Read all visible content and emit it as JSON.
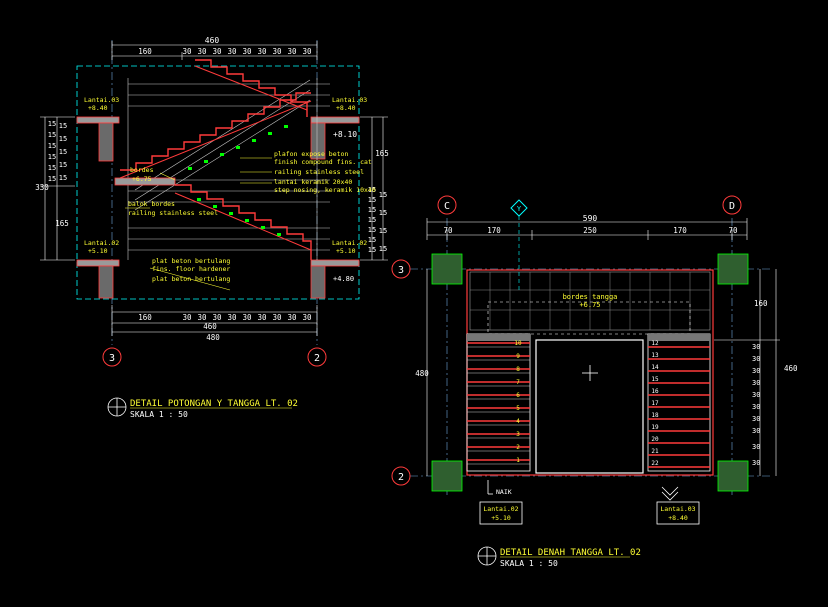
{
  "colors": {
    "background": "#000000",
    "dimension": "#ffffff",
    "grid_line": "#6fa8dc",
    "structure": "#ff3b3b",
    "green": "#00ff00",
    "yellow": "#ffff33",
    "cyan": "#00ffff",
    "magenta": "#ff00ff",
    "gray": "#9a9a9a"
  },
  "section": {
    "top_total": "460",
    "top_dims": [
      "160",
      "30",
      "30",
      "30",
      "30",
      "30",
      "30",
      "30",
      "30",
      "30"
    ],
    "bottom_dims": [
      "160",
      "30",
      "30",
      "30",
      "30",
      "30",
      "30",
      "30",
      "30",
      "30"
    ],
    "bottom_sub_total": "460",
    "bottom_total": "480",
    "left_total": "330",
    "left_lower": "165",
    "left_steps": [
      "15",
      "15",
      "15",
      "15",
      "15",
      "15",
      "15",
      "15",
      "15",
      "15",
      "15"
    ],
    "right_upper": "165",
    "right_steps": [
      "15",
      "15",
      "15",
      "15",
      "15",
      "15",
      "15",
      "15",
      "15",
      "15",
      "15"
    ],
    "level_lantai03_left": "Lantai.03",
    "level_lantai03_left_val": "+8.40",
    "level_lantai03_right": "Lantai.03",
    "level_lantai03_right_val": "+8.40",
    "level_810": "+8.10",
    "level_lantai02_left": "Lantai.02",
    "level_lantai02_left_val": "+5.10",
    "level_lantai02_right": "Lantai.02",
    "level_lantai02_right_val": "+5.10",
    "level_480": "+4.80",
    "bordes_label": "bordes",
    "bordes_val": "+6.75",
    "note_plafon_1": "plafon expose beton",
    "note_plafon_2": "finish compound fins. cat",
    "note_railing": "railing stainless steel",
    "note_lantai": "lantai keramik 20x40",
    "note_step": "step nosing, keramik 10x40",
    "note_balok": "balok bordes",
    "note_railing2": "railing stainless steel",
    "note_plat1": "plat beton bertulang",
    "note_plat2": "fins. floor hardener",
    "note_plat3": "plat beton bertulang",
    "grid_left": "3",
    "grid_right": "2",
    "title": "DETAIL POTONGAN Y TANGGA LT. 02",
    "scale": "SKALA 1 : 50"
  },
  "plan": {
    "top_total": "590",
    "top_dims": [
      "70",
      "170",
      "250",
      "170",
      "70"
    ],
    "left_dim": "480",
    "right_total": "460",
    "right_upper": "160",
    "right_steps": [
      "30",
      "30",
      "30",
      "30",
      "30",
      "30",
      "30",
      "30",
      "30",
      "30"
    ],
    "grid_c": "C",
    "grid_d": "D",
    "grid_3": "3",
    "grid_2": "2",
    "section_marker": "Y",
    "bordes_label": "bordes tangga",
    "bordes_val": "+6.75",
    "left_numbers": [
      "10",
      "9",
      "8",
      "7",
      "6",
      "5",
      "4",
      "3",
      "2",
      "1"
    ],
    "right_numbers": [
      "12",
      "13",
      "14",
      "15",
      "16",
      "17",
      "18",
      "19",
      "20",
      "21",
      "22"
    ],
    "naik": "NAIK",
    "level_left": "Lantai.02",
    "level_left_val": "+5.10",
    "level_right": "Lantai.03",
    "level_right_val": "+8.40",
    "title": "DETAIL DENAH TANGGA LT. 02",
    "scale": "SKALA 1 : 50"
  }
}
